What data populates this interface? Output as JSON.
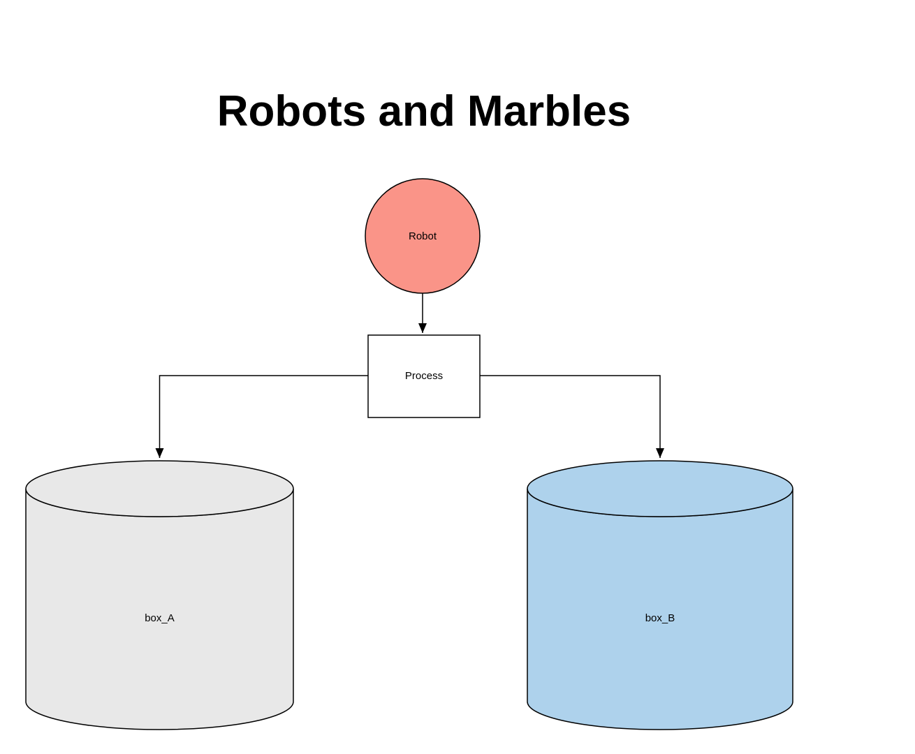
{
  "diagram": {
    "title": "Robots and Marbles",
    "background": "#ffffff",
    "stroke": "#000000",
    "nodes": {
      "robot": {
        "label": "Robot",
        "shape": "circle",
        "fill": "#fa9488"
      },
      "process": {
        "label": "Process",
        "shape": "rectangle",
        "fill": "#ffffff"
      },
      "box_a": {
        "label": "box_A",
        "shape": "cylinder",
        "fill": "#e8e8e8"
      },
      "box_b": {
        "label": "box_B",
        "shape": "cylinder",
        "fill": "#aed2ec"
      }
    },
    "edges": [
      {
        "from": "Robot",
        "to": "Process"
      },
      {
        "from": "Process",
        "to": "box_A"
      },
      {
        "from": "Process",
        "to": "box_B"
      }
    ]
  }
}
